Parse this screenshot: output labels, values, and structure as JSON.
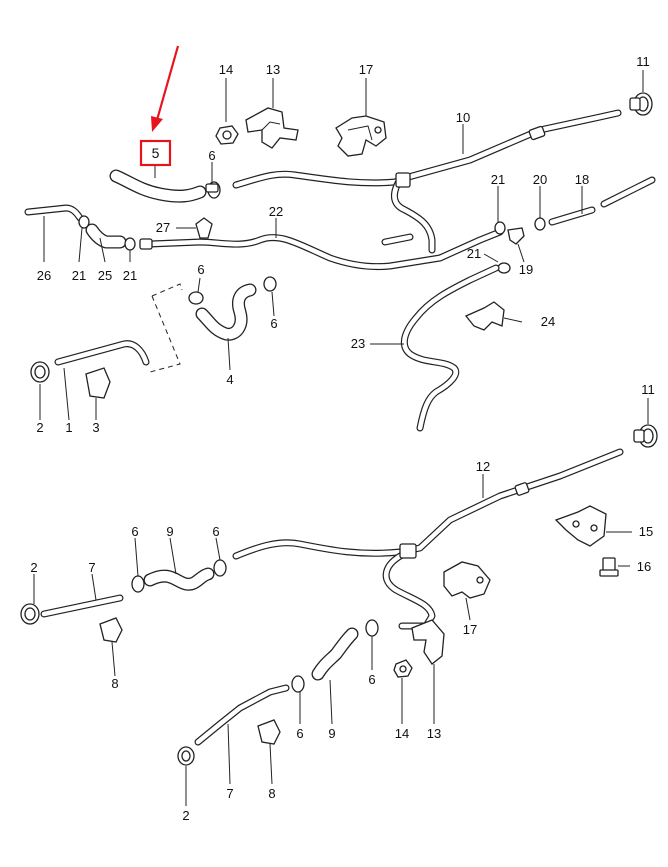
{
  "highlight": {
    "label": "5",
    "color": "#e8141c"
  },
  "upper_labels": [
    "14",
    "13",
    "17",
    "11",
    "10",
    "6",
    "21",
    "20",
    "18",
    "27",
    "22",
    "26",
    "21",
    "25",
    "21",
    "21",
    "19",
    "6",
    "6",
    "24",
    "23",
    "2",
    "1",
    "3",
    "4"
  ],
  "lower_labels": [
    "11",
    "12",
    "15",
    "16",
    "2",
    "7",
    "6",
    "9",
    "6",
    "8",
    "17",
    "6",
    "14",
    "13",
    "9",
    "6",
    "2",
    "7",
    "8"
  ]
}
